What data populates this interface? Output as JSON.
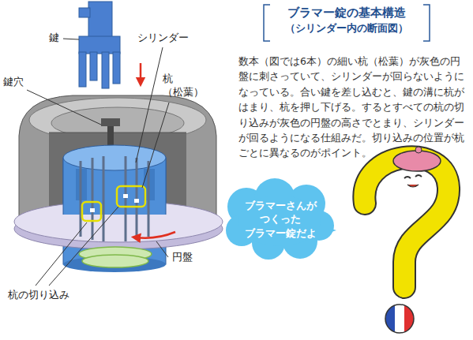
{
  "diagram": {
    "title": "ブラマー錠の基本構造",
    "nodes": [
      {
        "text": [
          "ブラマーさんが つくった ブラマー錠だよ"
        ]
      }
    ],
    "labels": [
      "鍵",
      "シリンダー",
      "杭 （松葉）",
      "鍵穴",
      "円盤",
      "杭の切り込み",
      "（シリンダー内の断面図）",
      "数本（図では6本）の細い杭（松葉）が灰色の円盤に刺さっていて、シリンダーが回らないようになっている。合い鍵を差し込むと、鍵の溝に杭がはまり、杭を押し下げる。するとすべての杭の切り込みが灰色の円盤の高さでとまり、シリンダーが回るようになる仕組みだ。切り込みの位置が杭ごとに異なるのがポイント。"
    ]
  }
}
